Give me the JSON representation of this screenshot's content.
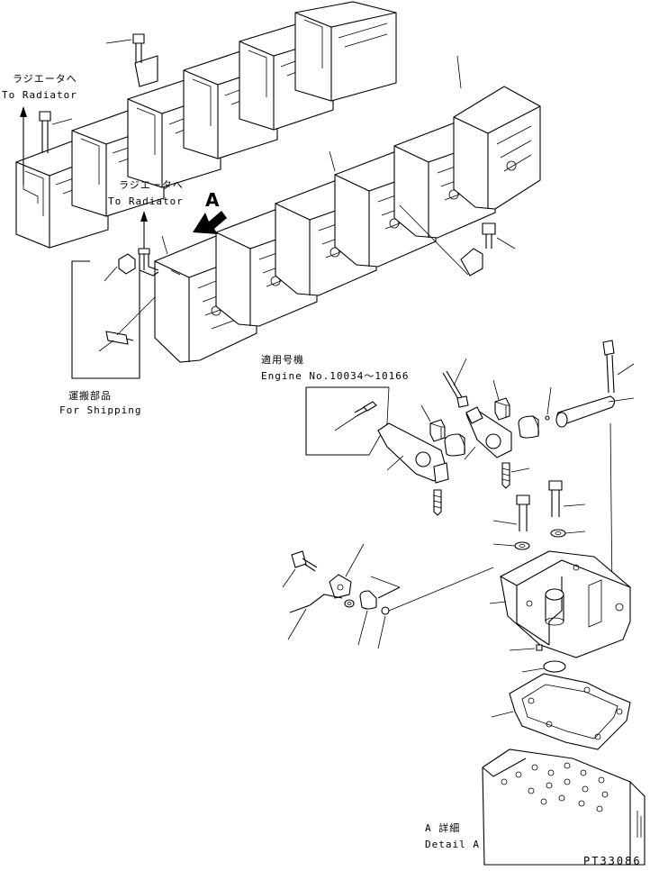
{
  "labels": {
    "to_radiator_jp_1": "ラジエータへ",
    "to_radiator_en_1": "To Radiator",
    "to_radiator_jp_2": "ラジエータへ",
    "to_radiator_en_2": "To Radiator",
    "view_marker": "A",
    "shipping_jp": "運搬部品",
    "shipping_en": "For Shipping",
    "applicable_jp": "適用号機",
    "engine_range": "Engine No.10034～10166",
    "detail_jp": "A 詳細",
    "detail_en": "Detail A",
    "drawing_code": "PT33086"
  }
}
